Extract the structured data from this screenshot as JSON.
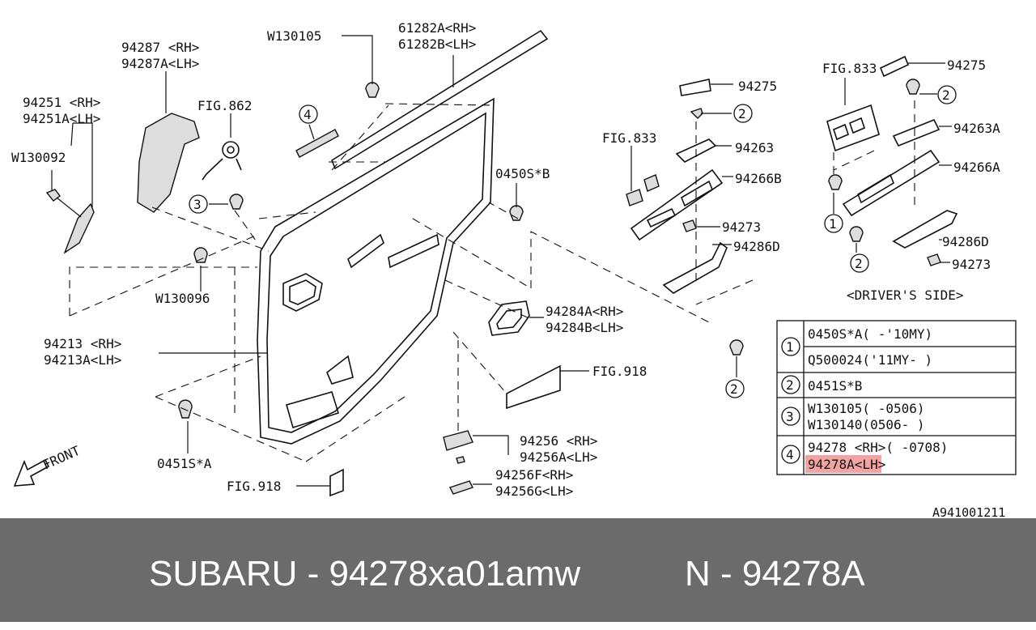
{
  "labels": {
    "p61282a": "61282A<RH>",
    "p61282b": "61282B<LH>",
    "w130105": "W130105",
    "p94287": "94287 <RH>",
    "p94287a": "94287A<LH>",
    "p94251": "94251 <RH>",
    "p94251a": "94251A<LH>",
    "fig862": "FIG.862",
    "w130092": "W130092",
    "w130096": "W130096",
    "p0450sb": "0450S*B",
    "p94213": "94213 <RH>",
    "p94213a": "94213A<LH>",
    "p0451sa": "0451S*A",
    "fig918a": "FIG.918",
    "fig918b": "FIG.918",
    "p94284a": "94284A<RH>",
    "p94284b": "94284B<LH>",
    "p94256": "94256 <RH>",
    "p94256a": "94256A<LH>",
    "p94256f": "94256F<RH>",
    "p94256g": "94256G<LH>",
    "fig833a": "FIG.833",
    "p94275a": "94275",
    "p94263": "94263",
    "p94266b": "94266B",
    "p94273a": "94273",
    "p94286da": "94286D",
    "fig833b": "FIG.833",
    "p94275b": "94275",
    "p94263a": "94263A",
    "p94266a": "94266A",
    "p94286db": "94286D",
    "p94273b": "94273",
    "drivers_side": "<DRIVER'S SIDE>",
    "front": "FRONT",
    "drawing_no": "A941001211"
  },
  "callouts": [
    "1",
    "2",
    "3",
    "4"
  ],
  "table": {
    "rows": [
      {
        "key": "1",
        "lines": [
          "0450S*A( -'10MY)",
          "Q500024('11MY- )"
        ]
      },
      {
        "key": "2",
        "lines": [
          "0451S*B"
        ]
      },
      {
        "key": "3",
        "lines": [
          "W130105( -0506)",
          "W130140(0506- )"
        ]
      },
      {
        "key": "4",
        "lines": [
          "94278 <RH>( -0708)",
          "94278A<LH>"
        ]
      }
    ],
    "highlight_part": "94278A",
    "highlight_color": "#f4a3a3"
  },
  "footer": {
    "left": "SUBARU - 94278xa01amw",
    "right": "N - 94278A",
    "background": "#6b6b6b"
  }
}
